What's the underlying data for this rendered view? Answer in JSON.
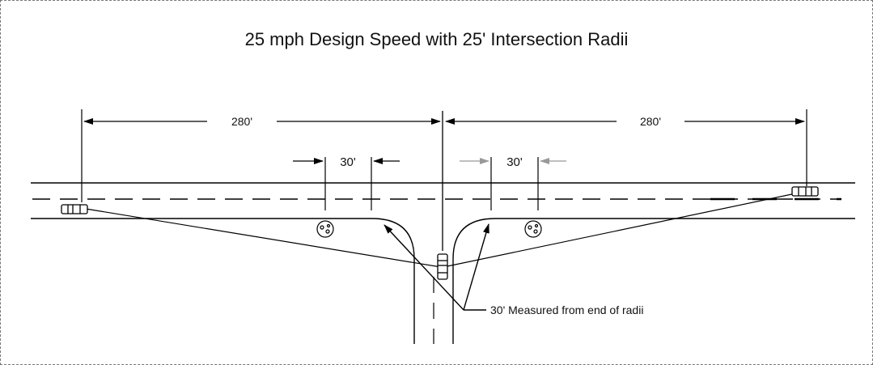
{
  "title": "25 mph Design Speed with 25' Intersection Radii",
  "dimensions": {
    "left_sight_distance": "280'",
    "right_sight_distance": "280'",
    "left_offset": "30'",
    "right_offset": "30'"
  },
  "callout": "30' Measured from end of radii",
  "icons": [
    "car-icon",
    "bush-icon"
  ]
}
